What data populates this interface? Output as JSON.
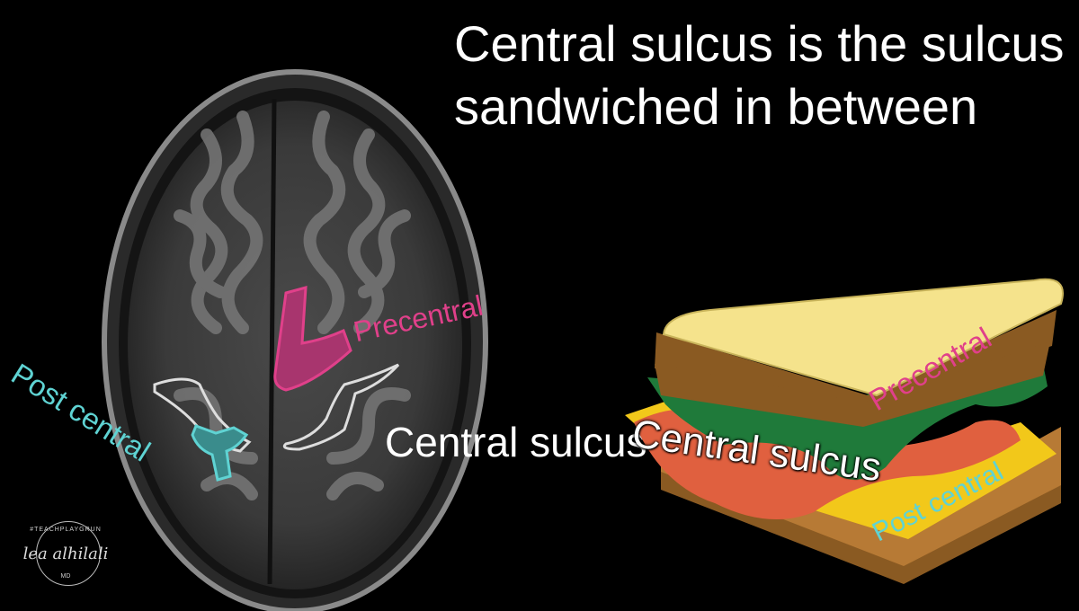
{
  "title": "Central sulcus is the sulcus sandwiched in between",
  "mri_labels": {
    "post_central": "Post central",
    "precentral": "Precentral",
    "central_sulcus": "Central sulcus"
  },
  "sandwich_labels": {
    "precentral": "Precentral",
    "central_sulcus": "Central sulcus",
    "post_central": "Post central"
  },
  "watermark": {
    "top_text": "#TEACHPLAYGRUN",
    "signature": "lea alhilali",
    "suffix": "MD"
  },
  "colors": {
    "precentral": "#e0408a",
    "post_central": "#5fd3d3",
    "central": "#ffffff",
    "background": "#000000"
  }
}
